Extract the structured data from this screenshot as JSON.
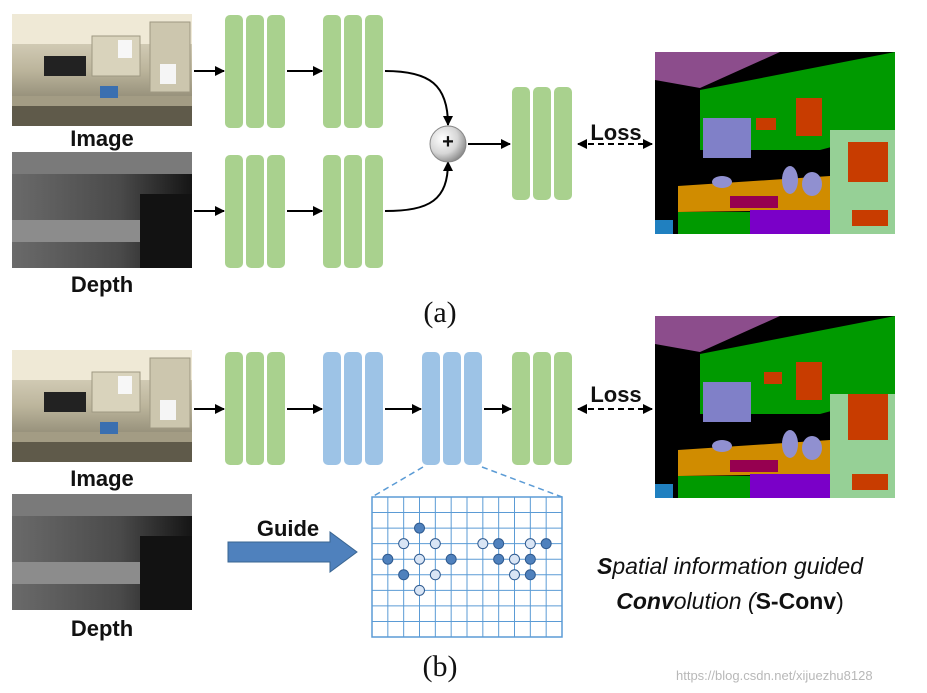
{
  "labels": {
    "image_a": "Image",
    "depth_a": "Depth",
    "image_b": "Image",
    "depth_b": "Depth",
    "loss_a": "Loss",
    "loss_b": "Loss",
    "guide": "Guide",
    "plus": "+",
    "caption_a": "(a)",
    "caption_b": "(b)"
  },
  "sconv_text": {
    "s_bold": "S",
    "line1_rest": "patial information guided",
    "conv_bold": "Conv",
    "line2_mid": "olution (",
    "line2_abbr": "S-Conv",
    "line2_end": ")"
  },
  "watermark": "https://blog.csdn.net/xijuezhu8128",
  "colors": {
    "green_block": "#a9d18e",
    "blue_block": "#9dc3e6",
    "guide_arrow": "#4f81bd",
    "grid": "#5b9bd5",
    "dot_dark": "#4f81bd",
    "dot_light": "#d9e5f5"
  }
}
